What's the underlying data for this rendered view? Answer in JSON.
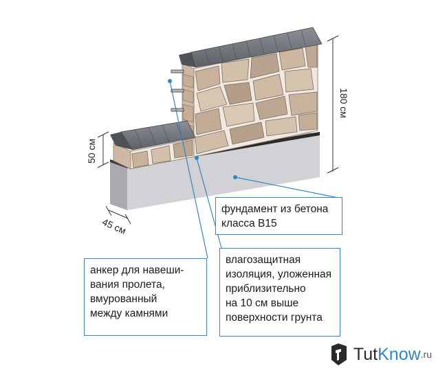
{
  "dimensions": {
    "height_total": "180 см",
    "height_low": "50 см",
    "width": "45 см"
  },
  "callouts": {
    "foundation": [
      "фундамент из бетона",
      "класса В15"
    ],
    "anchor": [
      "анкер для навеши-",
      "вания пролета,",
      "вмурованный",
      "между камнями"
    ],
    "insulation": [
      "влагозащитная",
      "изоляция, уложенная",
      "приблизительно",
      "на 10 см выше",
      "поверхности грунта"
    ]
  },
  "brand": {
    "part1": "Tut",
    "part2": "Know",
    "tld": ".ru"
  },
  "colors": {
    "callout_border": "#2f87c7",
    "foundation": "#d2d2d6",
    "stone_fill": "#c9b4a0",
    "mortar": "#efe9e1",
    "roof": "#6f7378"
  }
}
